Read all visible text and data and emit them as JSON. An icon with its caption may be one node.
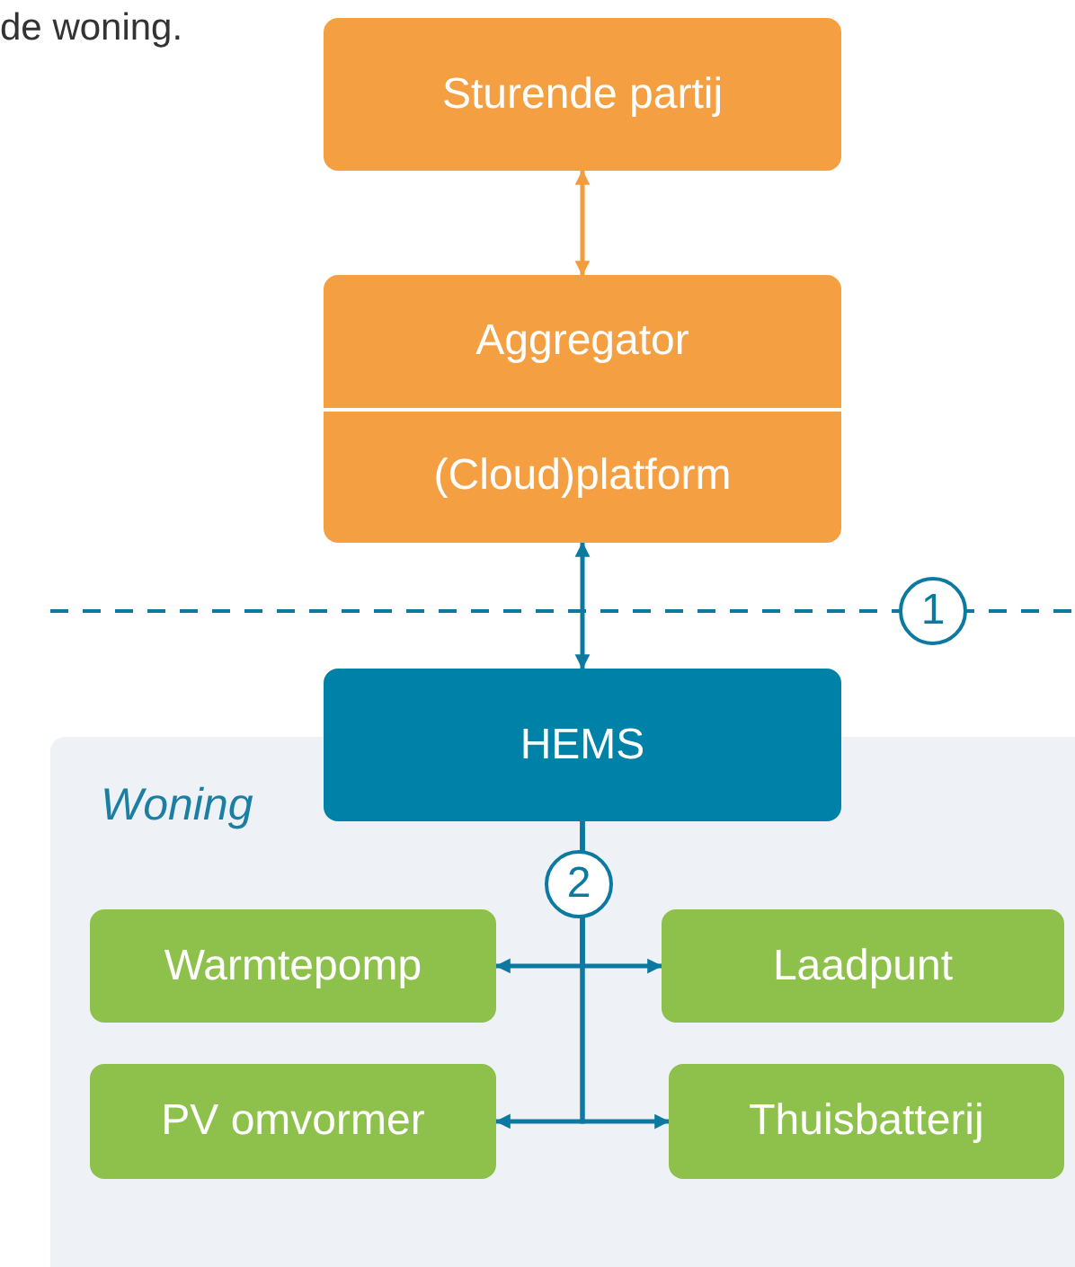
{
  "diagram": {
    "nodes": [
      {
        "text": [
          "Sturende partij"
        ]
      },
      {
        "text": [
          "Aggregator",
          "(Cloud)platform"
        ]
      },
      {
        "text": [
          "HEMS"
        ]
      },
      {
        "text": [
          "Woning"
        ]
      },
      {
        "text": [
          "Warmtepomp"
        ],
        "in": 3
      },
      {
        "text": [
          "Laadpunt"
        ],
        "in": 3
      },
      {
        "text": [
          "PV omvormer"
        ],
        "in": 3
      },
      {
        "text": [
          "Thuisbatterij"
        ],
        "in": 3
      }
    ],
    "edges": [
      {
        "from": 0,
        "to": 1,
        "arrow": "both",
        "color": "#f39c3e"
      },
      {
        "from": 1,
        "to": 2,
        "arrow": "both"
      },
      {
        "from": 2,
        "to": 4,
        "arrow": "to"
      },
      {
        "from": 2,
        "to": 5,
        "arrow": "to"
      },
      {
        "from": 2,
        "to": 6,
        "arrow": "to"
      },
      {
        "from": 2,
        "to": 7,
        "arrow": "to"
      }
    ],
    "labels": [
      "de woning.",
      "1",
      "2"
    ]
  }
}
